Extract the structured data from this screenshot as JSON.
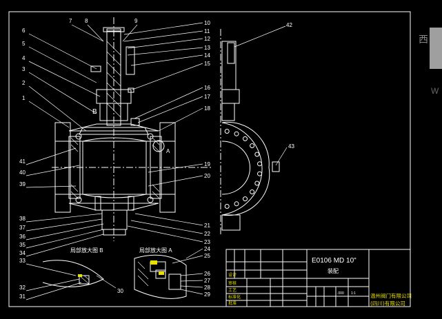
{
  "drawing": {
    "title_code": "E0106 MD 10\"",
    "title_sub": "装配",
    "company_line1": "温州阀门有限公司",
    "company_line2": "(四川)有限公司",
    "detail_b": "局部放大图 B",
    "detail_a": "局部放大图 A",
    "callout_a": "A",
    "callout_b": "B",
    "scale_cell": "1:1",
    "weight_cell": ".000",
    "row_labels": [
      "设计",
      "审核",
      "工艺",
      "标准化",
      "批准"
    ]
  },
  "part_numbers_left": [
    "6",
    "5",
    "4",
    "3",
    "2",
    "1",
    "41",
    "40",
    "39",
    "38",
    "37",
    "36",
    "35",
    "34",
    "33",
    "32",
    "31"
  ],
  "part_numbers_top": [
    "7",
    "8",
    "9"
  ],
  "part_numbers_right": [
    "10",
    "11",
    "12",
    "13",
    "14",
    "15",
    "16",
    "17",
    "18",
    "19",
    "20",
    "21",
    "22",
    "23",
    "24",
    "25",
    "26",
    "27",
    "28",
    "29"
  ],
  "part_number_30": "30",
  "part_numbers_side": [
    "42",
    "43"
  ],
  "watermark": {
    "char": "西",
    "letter": "W"
  },
  "colors": {
    "line": "#ffffff",
    "accent_yellow": "#e8e000",
    "background": "#000000"
  }
}
